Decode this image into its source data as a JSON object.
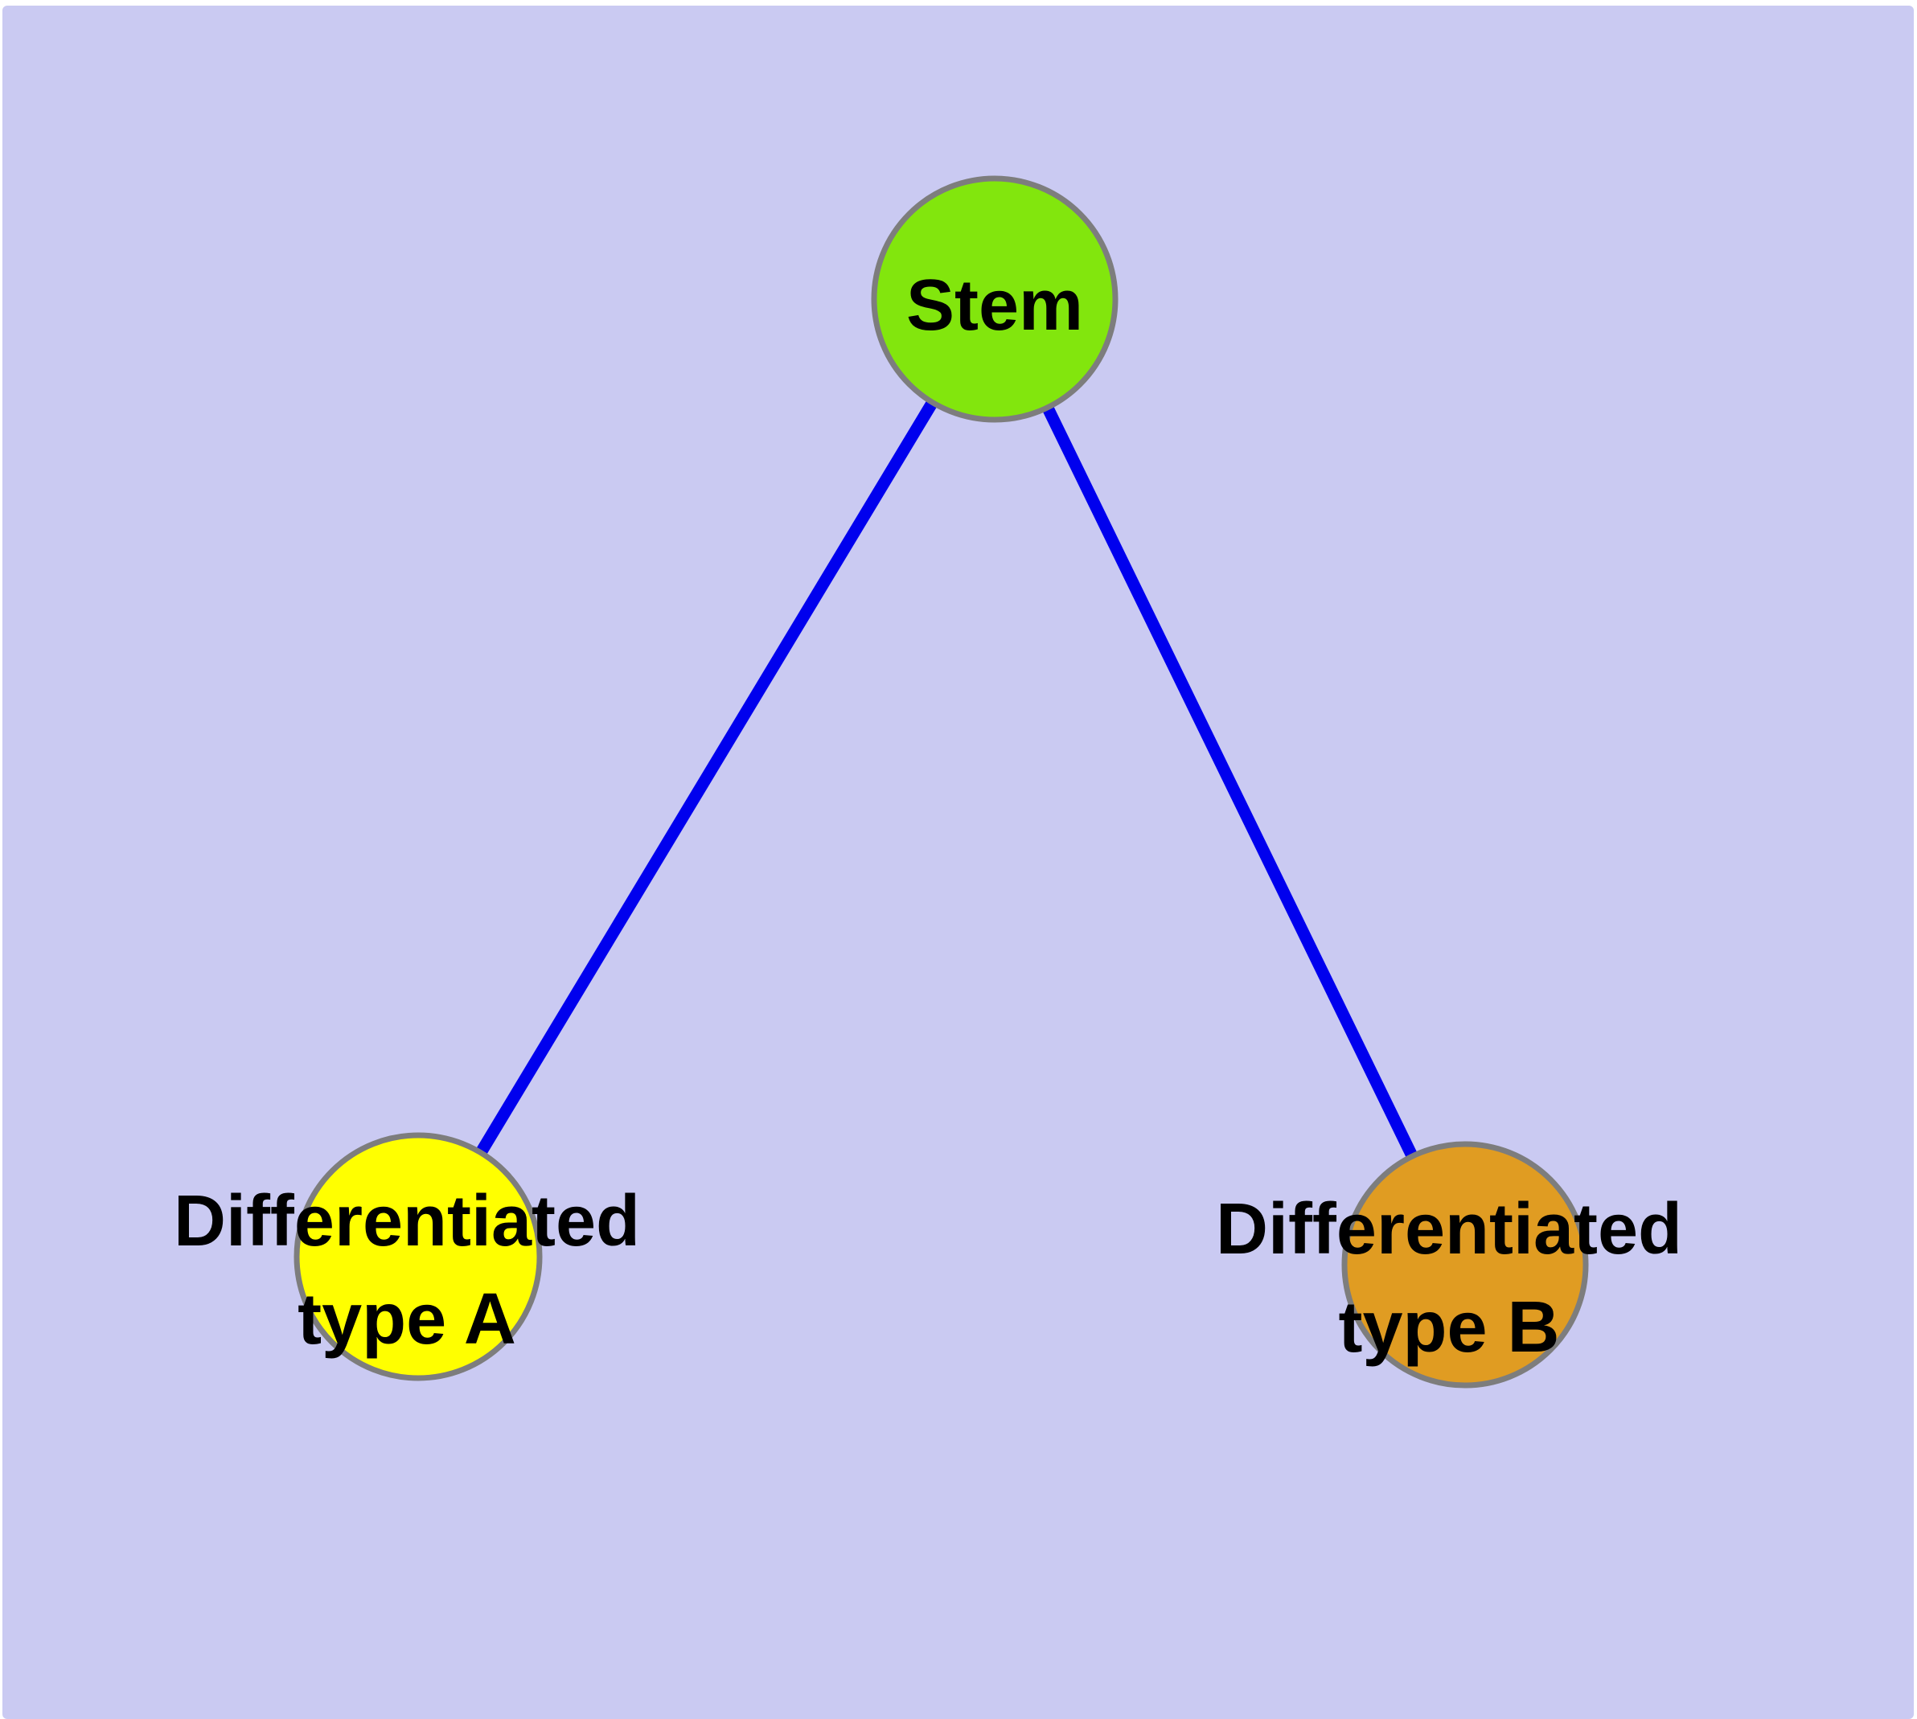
{
  "styles": {
    "page_background": "#ffffff",
    "panel_color": "#cacaf2",
    "edge_color": "#0000ee",
    "node_border_color": "#7d7d7d",
    "label_color": "#000000"
  },
  "graph": {
    "type": "node-link-diagram",
    "nodes": [
      {
        "id": "stem",
        "label": "Stem",
        "label_lines": [
          "Stem"
        ],
        "fill": "#82e60d",
        "shape": "circle"
      },
      {
        "id": "differentiated-type-a",
        "label": "Differentiated type A",
        "label_lines": [
          "Differentiated",
          "type A"
        ],
        "fill": "#ffff00",
        "shape": "circle"
      },
      {
        "id": "differentiated-type-b",
        "label": "Differentiated type B",
        "label_lines": [
          "Differentiated",
          "type B"
        ],
        "fill": "#e09c22",
        "shape": "circle"
      }
    ],
    "edges": [
      {
        "from": "stem",
        "to": "differentiated-type-a"
      },
      {
        "from": "stem",
        "to": "differentiated-type-b"
      }
    ]
  }
}
